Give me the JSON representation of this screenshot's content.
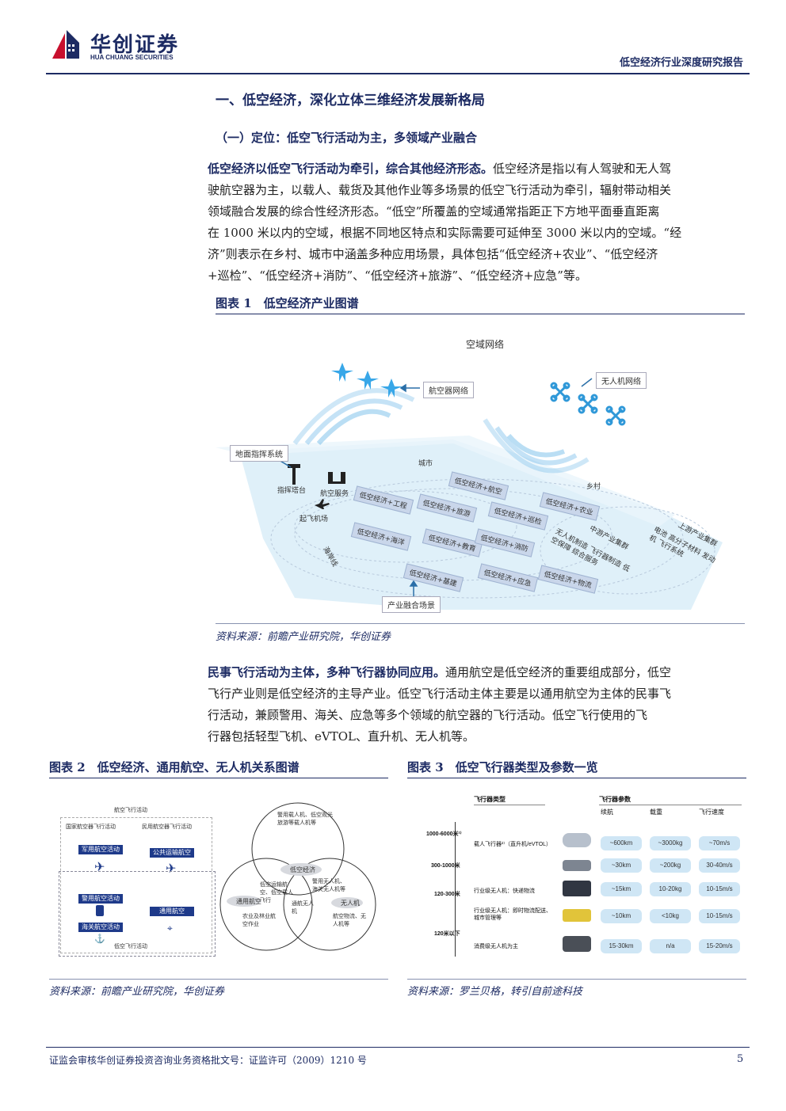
{
  "header": {
    "logo_cn": "华创证券",
    "logo_en": "HUA CHUANG SECURITIES",
    "report_title": "低空经济行业深度研究报告"
  },
  "section": {
    "h1": "一、低空经济，深化立体三维经济发展新格局",
    "h2": "（一）定位：低空飞行活动为主，多领域产业融合"
  },
  "paragraph1": {
    "lead": "低空经济以低空飞行活动为牵引，综合其他经济形态。",
    "lines": [
      "低空经济是指以有人驾驶和无人驾",
      "驶航空器为主，以载人、载货及其他作业等多场景的低空飞行活动为牵引，辐射带动相关",
      "领域融合发展的综合性经济形态。“低空”所覆盖的空域通常指距正下方地平面垂直距离",
      "在 1000 米以内的空域，根据不同地区特点和实际需要可延伸至 3000 米以内的空域。“经",
      "济”则表示在乡村、城市中涵盖多种应用场景，具体包括“低空经济+农业”、“低空经济",
      "+巡检”、“低空经济+消防”、“低空经济+旅游”、“低空经济+应急”等。"
    ]
  },
  "figure1": {
    "title": "图表 1　低空经济产业图谱",
    "source": "资料来源：前瞻产业研究院，华创证券",
    "labels": {
      "airspace": "空域网络",
      "aircraft_net": "航空器网络",
      "drone_net": "无人机网络",
      "ground": "地面指挥系统",
      "tower": "指挥塔台",
      "service": "航空服务",
      "airport": "起飞机场",
      "city": "城市",
      "village": "乡村",
      "coast": "海岸线",
      "industry": "产业融合场景",
      "midstream": "中游产业集群",
      "midstream_items": "无人机制造 飞行器制造 低空保障 综合服务",
      "upstream": "上游产业集群",
      "upstream_items": "电池 高分子材料 发动机 飞行系统"
    },
    "econ_tags": [
      "低空经济+工程",
      "低空经济+航空",
      "低空经济+旅游",
      "低空经济+巡检",
      "低空经济+农业",
      "低空经济+海洋",
      "低空经济+教育",
      "低空经济+消防",
      "低空经济+基建",
      "低空经济+应急",
      "低空经济+物流"
    ]
  },
  "paragraph2": {
    "lead": "民事飞行活动为主体，多种飞行器协同应用。",
    "lines": [
      "通用航空是低空经济的重要组成部分，低空",
      "飞行产业则是低空经济的主导产业。低空飞行活动主体主要是以通用航空为主体的民事飞",
      "行活动，兼顾警用、海关、应急等多个领域的航空器的飞行活动。低空飞行使用的飞",
      "行器包括轻型飞机、eVTOL、直升机、无人机等。"
    ]
  },
  "figure2": {
    "title": "图表 2　低空经济、通用航空、无人机关系图谱",
    "source": "资料来源：前瞻产业研究院，华创证券",
    "labels": {
      "top": "航空飞行活动",
      "left_head": "国家航空器飞行活动",
      "right_head": "民用航空器飞行活动",
      "military": "军用航空活动",
      "transport": "公共运输航空",
      "police": "警用航空活动",
      "general": "通用航空",
      "customs": "海关航空活动",
      "bottom": "低空飞行活动",
      "venn_top": "警用载人机、低空观光旅游等载人机等",
      "venn_center_title": "低空经济",
      "venn_left": "通用航空",
      "venn_right": "无人机",
      "venn_lm": "低空运输航空、低空载人飞行",
      "venn_rm": "警用无人机、海关无人机等",
      "venn_c": "通航无人机",
      "venn_lb": "农业及林业航空作业",
      "venn_rb": "航空物流、无人机等"
    }
  },
  "figure3": {
    "title": "图表 3　低空飞行器类型及参数一览",
    "source": "资料来源：罗兰贝格，转引自前途科技",
    "headers": {
      "type": "飞行器类型",
      "params": "飞行器参数",
      "range": "续航",
      "payload": "载重",
      "speed": "飞行速度"
    },
    "altitudes": [
      "1000-6000米¹⁾",
      "300-1000米",
      "120-300米",
      "120米以下"
    ],
    "rows": [
      {
        "type": "载人飞行器²⁾（直升机/eVTOL）",
        "range": "~600km",
        "payload": "~3000kg",
        "speed": "~70m/s"
      },
      {
        "type": "",
        "range": "~30km",
        "payload": "~200kg",
        "speed": "30-40m/s"
      },
      {
        "type": "行业级无人机：快递物流",
        "range": "~15km",
        "payload": "10-20kg",
        "speed": "10-15m/s"
      },
      {
        "type": "行业级无人机：即时物流配送、城市管理等",
        "range": "~10km",
        "payload": "<10kg",
        "speed": "10-15m/s"
      },
      {
        "type": "消费级无人机为主",
        "range": "15-30km",
        "payload": "n/a",
        "speed": "15-20m/s"
      }
    ]
  },
  "footer": {
    "license": "证监会审核华创证券投资咨询业务资格批文号：证监许可（2009）1210 号",
    "page": "5"
  }
}
